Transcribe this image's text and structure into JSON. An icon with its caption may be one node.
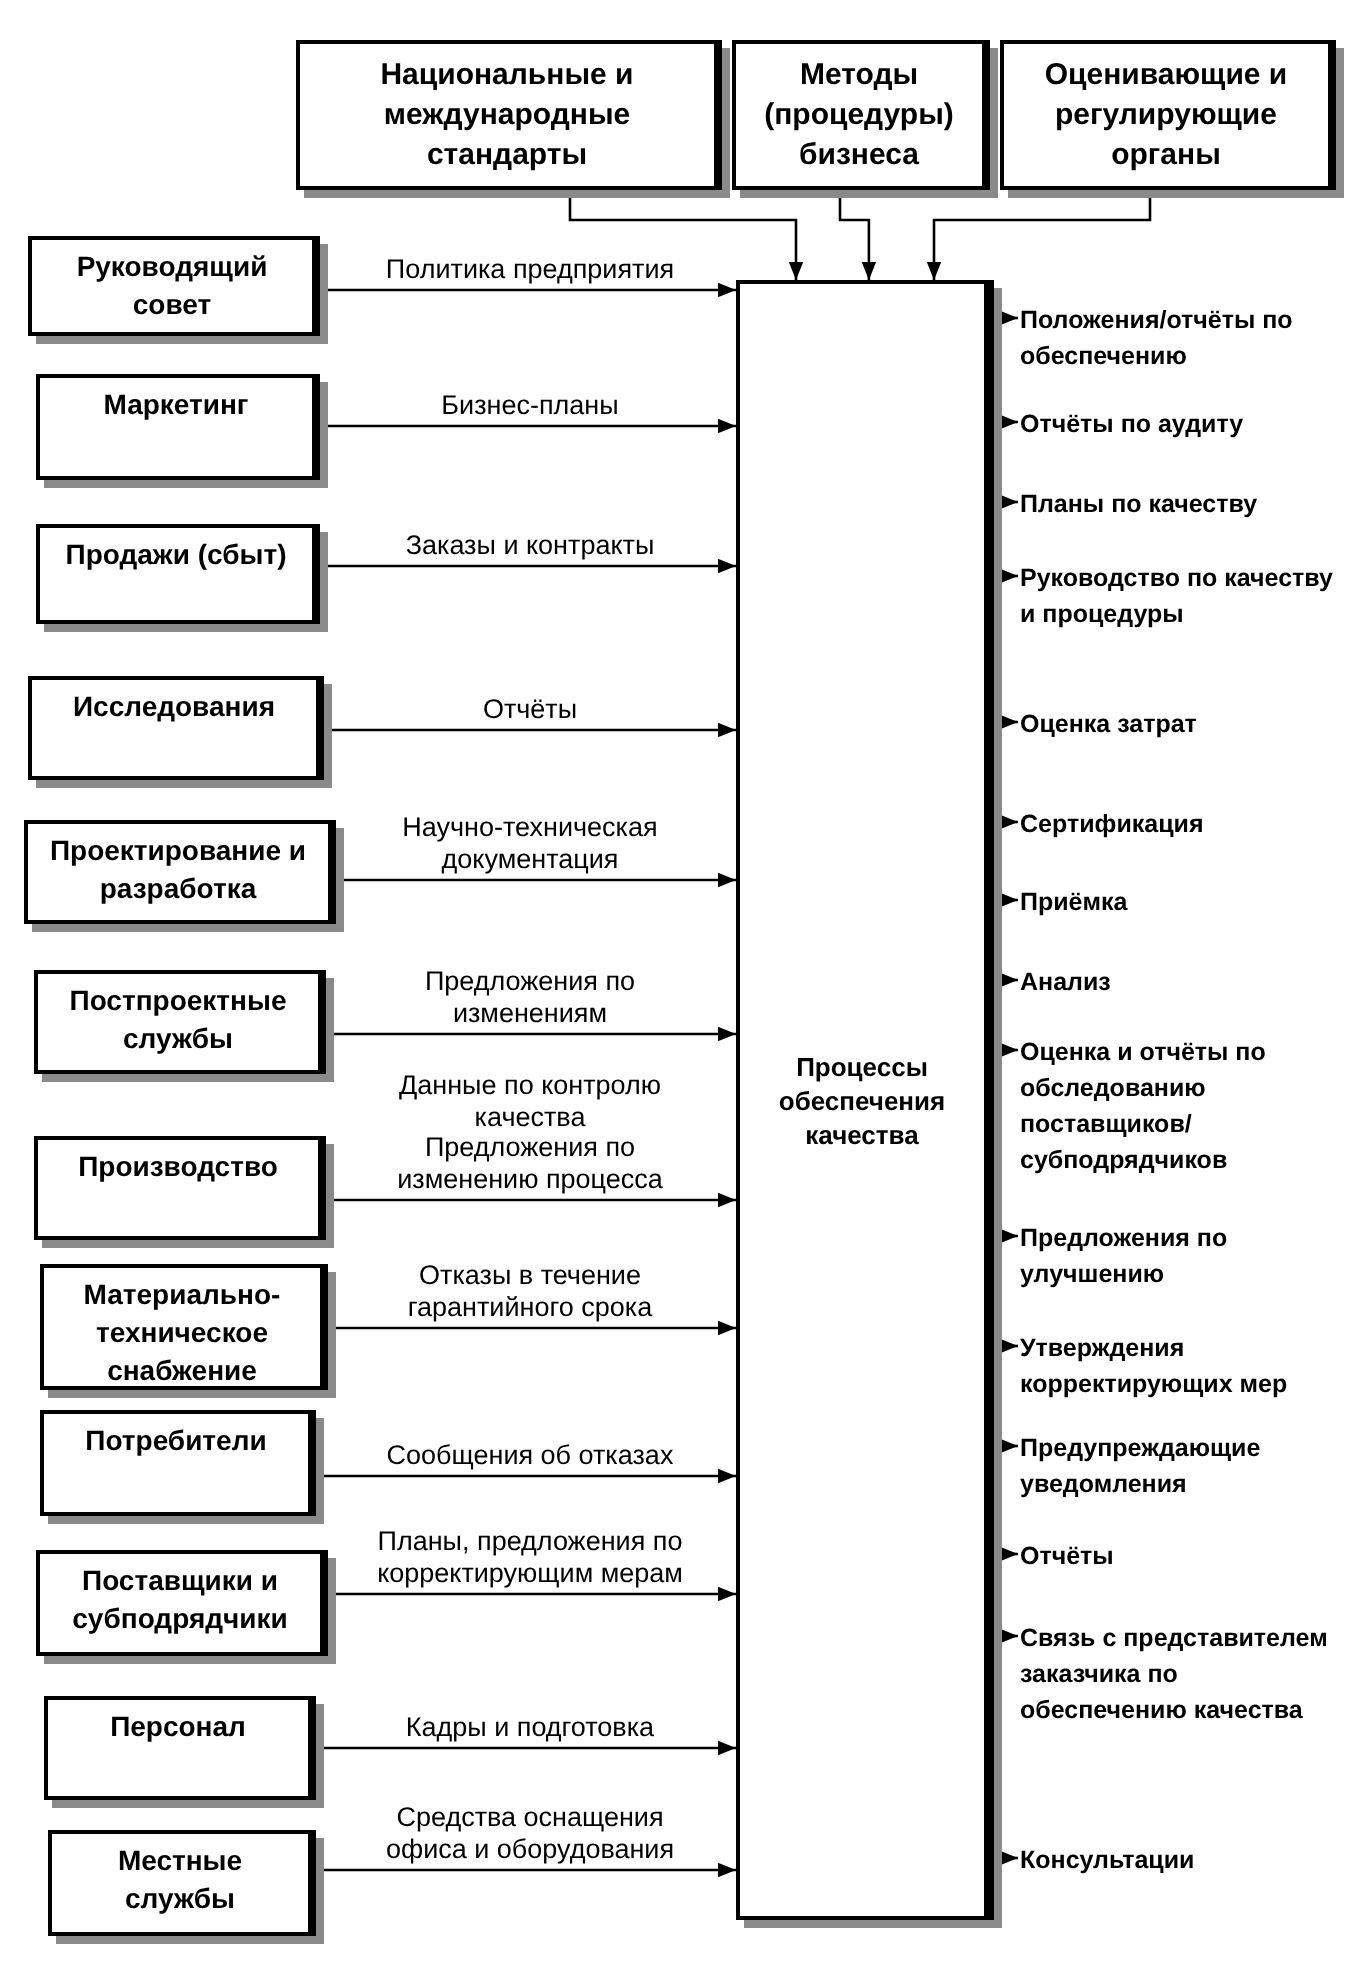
{
  "diagram": {
    "nodes": [
      {
        "text": [
          "Национальные и международные стандарты"
        ]
      },
      {
        "text": [
          "Методы (процедуры) бизнеса"
        ]
      },
      {
        "text": [
          "Оценивающие и регулирующие органы"
        ]
      },
      {
        "text": [
          "Процессы обеспечения качества"
        ]
      },
      {
        "text": [
          "Руководящий совет"
        ]
      },
      {
        "text": [
          "Маркетинг"
        ]
      },
      {
        "text": [
          "Продажи (сбыт)"
        ]
      },
      {
        "text": [
          "Исследования"
        ]
      },
      {
        "text": [
          "Проектирование и разработка"
        ]
      },
      {
        "text": [
          "Постпроектные службы"
        ]
      },
      {
        "text": [
          "Производство"
        ]
      },
      {
        "text": [
          "Материально-техническое снабжение"
        ]
      },
      {
        "text": [
          "Потребители"
        ]
      },
      {
        "text": [
          "Поставщики и субподрядчики"
        ]
      },
      {
        "text": [
          "Персонал"
        ]
      },
      {
        "text": [
          "Местные службы"
        ]
      },
      {
        "text": [
          "Положения/отчёты по обеспечению"
        ]
      },
      {
        "text": [
          "Отчёты по аудиту"
        ]
      },
      {
        "text": [
          "Планы по качеству"
        ]
      },
      {
        "text": [
          "Руководство по качеству и процедуры"
        ]
      },
      {
        "text": [
          "Оценка затрат"
        ]
      },
      {
        "text": [
          "Сертификация"
        ]
      },
      {
        "text": [
          "Приёмка"
        ]
      },
      {
        "text": [
          "Анализ"
        ]
      },
      {
        "text": [
          "Оценка и отчёты по обследованию поставщиков/субподрядчиков"
        ]
      },
      {
        "text": [
          "Предложения по улучшению"
        ]
      },
      {
        "text": [
          "Утверждения корректирующих мер"
        ]
      },
      {
        "text": [
          "Предупреждающие уведомления"
        ]
      },
      {
        "text": [
          "Отчёты"
        ]
      },
      {
        "text": [
          "Связь с представителем заказчика по обеспечению качества"
        ]
      },
      {
        "text": [
          "Консультации"
        ]
      }
    ],
    "edges": [
      {
        "from": 0,
        "to": 3,
        "arrow": "to"
      },
      {
        "from": 1,
        "to": 3,
        "arrow": "to"
      },
      {
        "from": 2,
        "to": 3,
        "arrow": "to"
      },
      {
        "from": 4,
        "to": 3,
        "arrow": "to",
        "label": "Политика предприятия"
      },
      {
        "from": 5,
        "to": 3,
        "arrow": "to",
        "label": "Бизнес-планы"
      },
      {
        "from": 6,
        "to": 3,
        "arrow": "to",
        "label": "Заказы и контракты"
      },
      {
        "from": 7,
        "to": 3,
        "arrow": "to",
        "label": "Отчёты"
      },
      {
        "from": 8,
        "to": 3,
        "arrow": "to",
        "label": "Научно-техническая документация"
      },
      {
        "from": 9,
        "to": 3,
        "arrow": "to",
        "label": "Предложения по изменениям"
      },
      {
        "from": 10,
        "to": 3,
        "arrow": "to",
        "label": "Предложения по изменению процесса"
      },
      {
        "from": 11,
        "to": 3,
        "arrow": "to",
        "label": "Отказы в течение гарантийного срока"
      },
      {
        "from": 12,
        "to": 3,
        "arrow": "to",
        "label": "Сообщения об отказах"
      },
      {
        "from": 13,
        "to": 3,
        "arrow": "to",
        "label": "Планы, предложения по корректирующим мерам"
      },
      {
        "from": 14,
        "to": 3,
        "arrow": "to",
        "label": "Кадры и подготовка"
      },
      {
        "from": 15,
        "to": 3,
        "arrow": "to",
        "label": "Средства оснащения офиса и оборудования"
      },
      {
        "from": 3,
        "to": 16,
        "arrow": "to"
      },
      {
        "from": 3,
        "to": 17,
        "arrow": "to"
      },
      {
        "from": 3,
        "to": 18,
        "arrow": "to"
      },
      {
        "from": 3,
        "to": 19,
        "arrow": "to"
      },
      {
        "from": 3,
        "to": 20,
        "arrow": "to"
      },
      {
        "from": 3,
        "to": 21,
        "arrow": "to"
      },
      {
        "from": 3,
        "to": 22,
        "arrow": "to"
      },
      {
        "from": 3,
        "to": 23,
        "arrow": "to"
      },
      {
        "from": 3,
        "to": 24,
        "arrow": "to"
      },
      {
        "from": 3,
        "to": 25,
        "arrow": "to"
      },
      {
        "from": 3,
        "to": 26,
        "arrow": "to"
      },
      {
        "from": 3,
        "to": 27,
        "arrow": "to"
      },
      {
        "from": 3,
        "to": 28,
        "arrow": "to"
      },
      {
        "from": 3,
        "to": 29,
        "arrow": "to"
      },
      {
        "from": 3,
        "to": 30,
        "arrow": "to"
      }
    ],
    "labels": [
      "Данные по контролю качества"
    ]
  }
}
